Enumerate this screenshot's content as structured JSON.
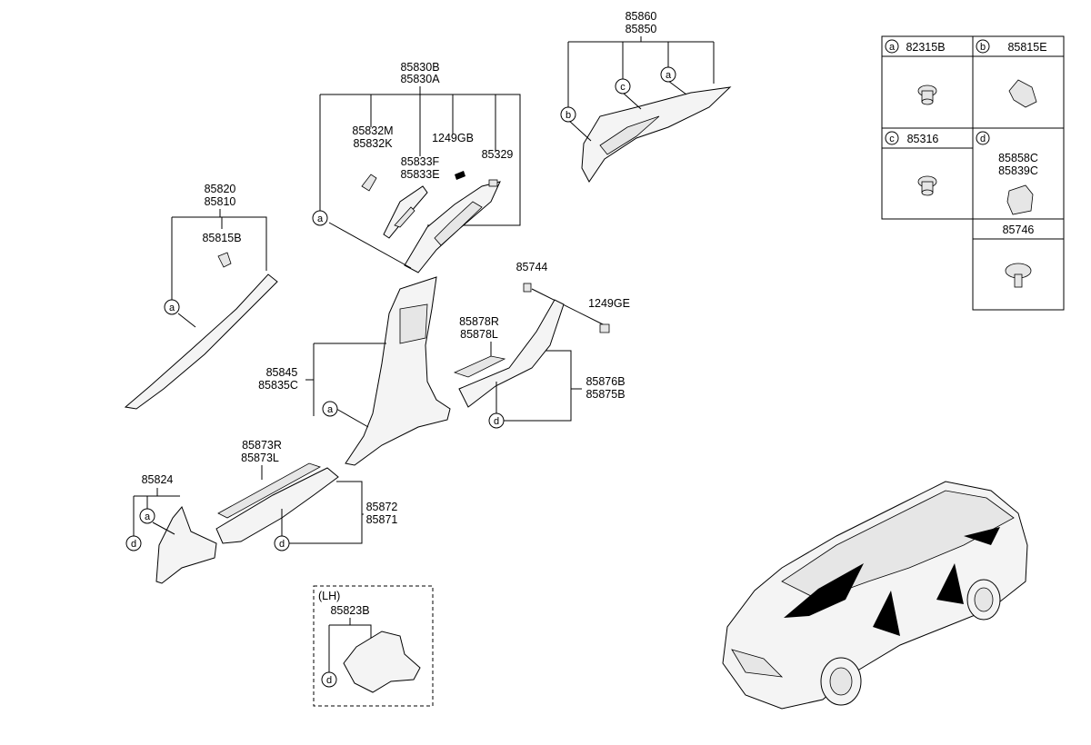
{
  "labels": {
    "p85860": "85860",
    "p85850": "85850",
    "p85830B": "85830B",
    "p85830A": "85830A",
    "p85832M": "85832M",
    "p85832K": "85832K",
    "p85833F": "85833F",
    "p85833E": "85833E",
    "p1249GB": "1249GB",
    "p85329": "85329",
    "p85820": "85820",
    "p85810": "85810",
    "p85815B": "85815B",
    "p85744": "85744",
    "p1249GE": "1249GE",
    "p85878R": "85878R",
    "p85878L": "85878L",
    "p85845": "85845",
    "p85835C": "85835C",
    "p85876B": "85876B",
    "p85875B": "85875B",
    "p85873R": "85873R",
    "p85873L": "85873L",
    "p85824": "85824",
    "p85872": "85872",
    "p85871": "85871",
    "lh": "(LH)",
    "p85823B": "85823B"
  },
  "callouts": {
    "a": "a",
    "b": "b",
    "c": "c",
    "d": "d"
  },
  "legend_table": {
    "a": {
      "key": "a",
      "part": "82315B"
    },
    "b": {
      "key": "b",
      "part": "85815E"
    },
    "c": {
      "key": "c",
      "part": "85316"
    },
    "d": {
      "key": "d",
      "part1": "85858C",
      "part2": "85839C"
    },
    "e": {
      "part": "85746"
    }
  },
  "icons": [
    "clip-icon",
    "push-pin-icon",
    "retainer-icon",
    "car-illustration"
  ]
}
